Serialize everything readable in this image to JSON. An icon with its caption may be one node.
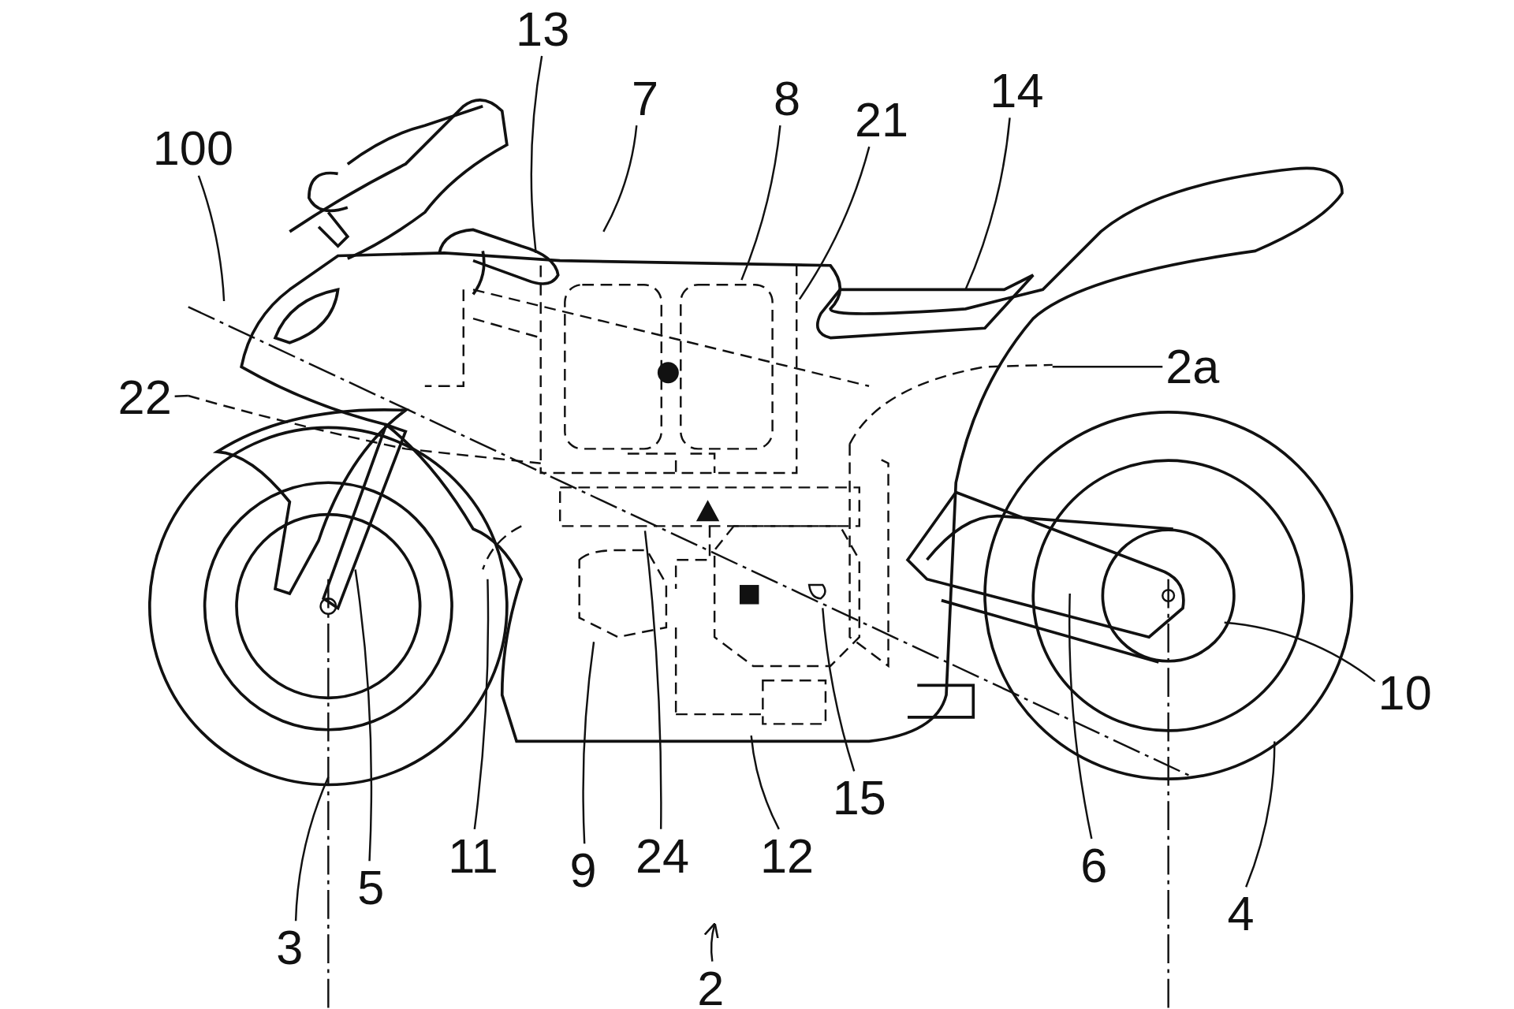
{
  "diagram": {
    "nodes": [
      {
        "text": [
          "13"
        ]
      },
      {
        "text": [
          "7"
        ]
      },
      {
        "text": [
          "8"
        ]
      },
      {
        "text": [
          "21"
        ]
      },
      {
        "text": [
          "14"
        ]
      },
      {
        "text": [
          "100"
        ]
      },
      {
        "text": [
          "22"
        ]
      },
      {
        "text": [
          "2a"
        ]
      },
      {
        "text": [
          "10"
        ]
      },
      {
        "text": [
          "15"
        ]
      },
      {
        "text": [
          "11"
        ]
      },
      {
        "text": [
          "9"
        ]
      },
      {
        "text": [
          "24"
        ]
      },
      {
        "text": [
          "12"
        ]
      },
      {
        "text": [
          "5"
        ]
      },
      {
        "text": [
          "6"
        ]
      },
      {
        "text": [
          "4"
        ]
      },
      {
        "text": [
          "3"
        ]
      },
      {
        "text": [
          "2"
        ]
      }
    ],
    "edges": [
      {
        "from": 0,
        "to": null,
        "arrow": "none"
      },
      {
        "from": 1,
        "to": null,
        "arrow": "none"
      },
      {
        "from": 2,
        "to": null,
        "arrow": "none"
      },
      {
        "from": 3,
        "to": null,
        "arrow": "none"
      },
      {
        "from": 4,
        "to": null,
        "arrow": "none"
      },
      {
        "from": 5,
        "to": null,
        "arrow": "none"
      },
      {
        "from": 6,
        "to": null,
        "arrow": "none"
      },
      {
        "from": 7,
        "to": null,
        "arrow": "none"
      },
      {
        "from": 8,
        "to": null,
        "arrow": "none"
      },
      {
        "from": 9,
        "to": null,
        "arrow": "none"
      },
      {
        "from": 10,
        "to": null,
        "arrow": "none"
      },
      {
        "from": 11,
        "to": null,
        "arrow": "none"
      },
      {
        "from": 12,
        "to": null,
        "arrow": "none"
      },
      {
        "from": 13,
        "to": null,
        "arrow": "none"
      },
      {
        "from": 14,
        "to": null,
        "arrow": "none"
      },
      {
        "from": 15,
        "to": null,
        "arrow": "none"
      },
      {
        "from": 16,
        "to": null,
        "arrow": "none"
      },
      {
        "from": 17,
        "to": null,
        "arrow": "none"
      },
      {
        "from": 18,
        "to": null,
        "arrow": "to"
      }
    ]
  }
}
